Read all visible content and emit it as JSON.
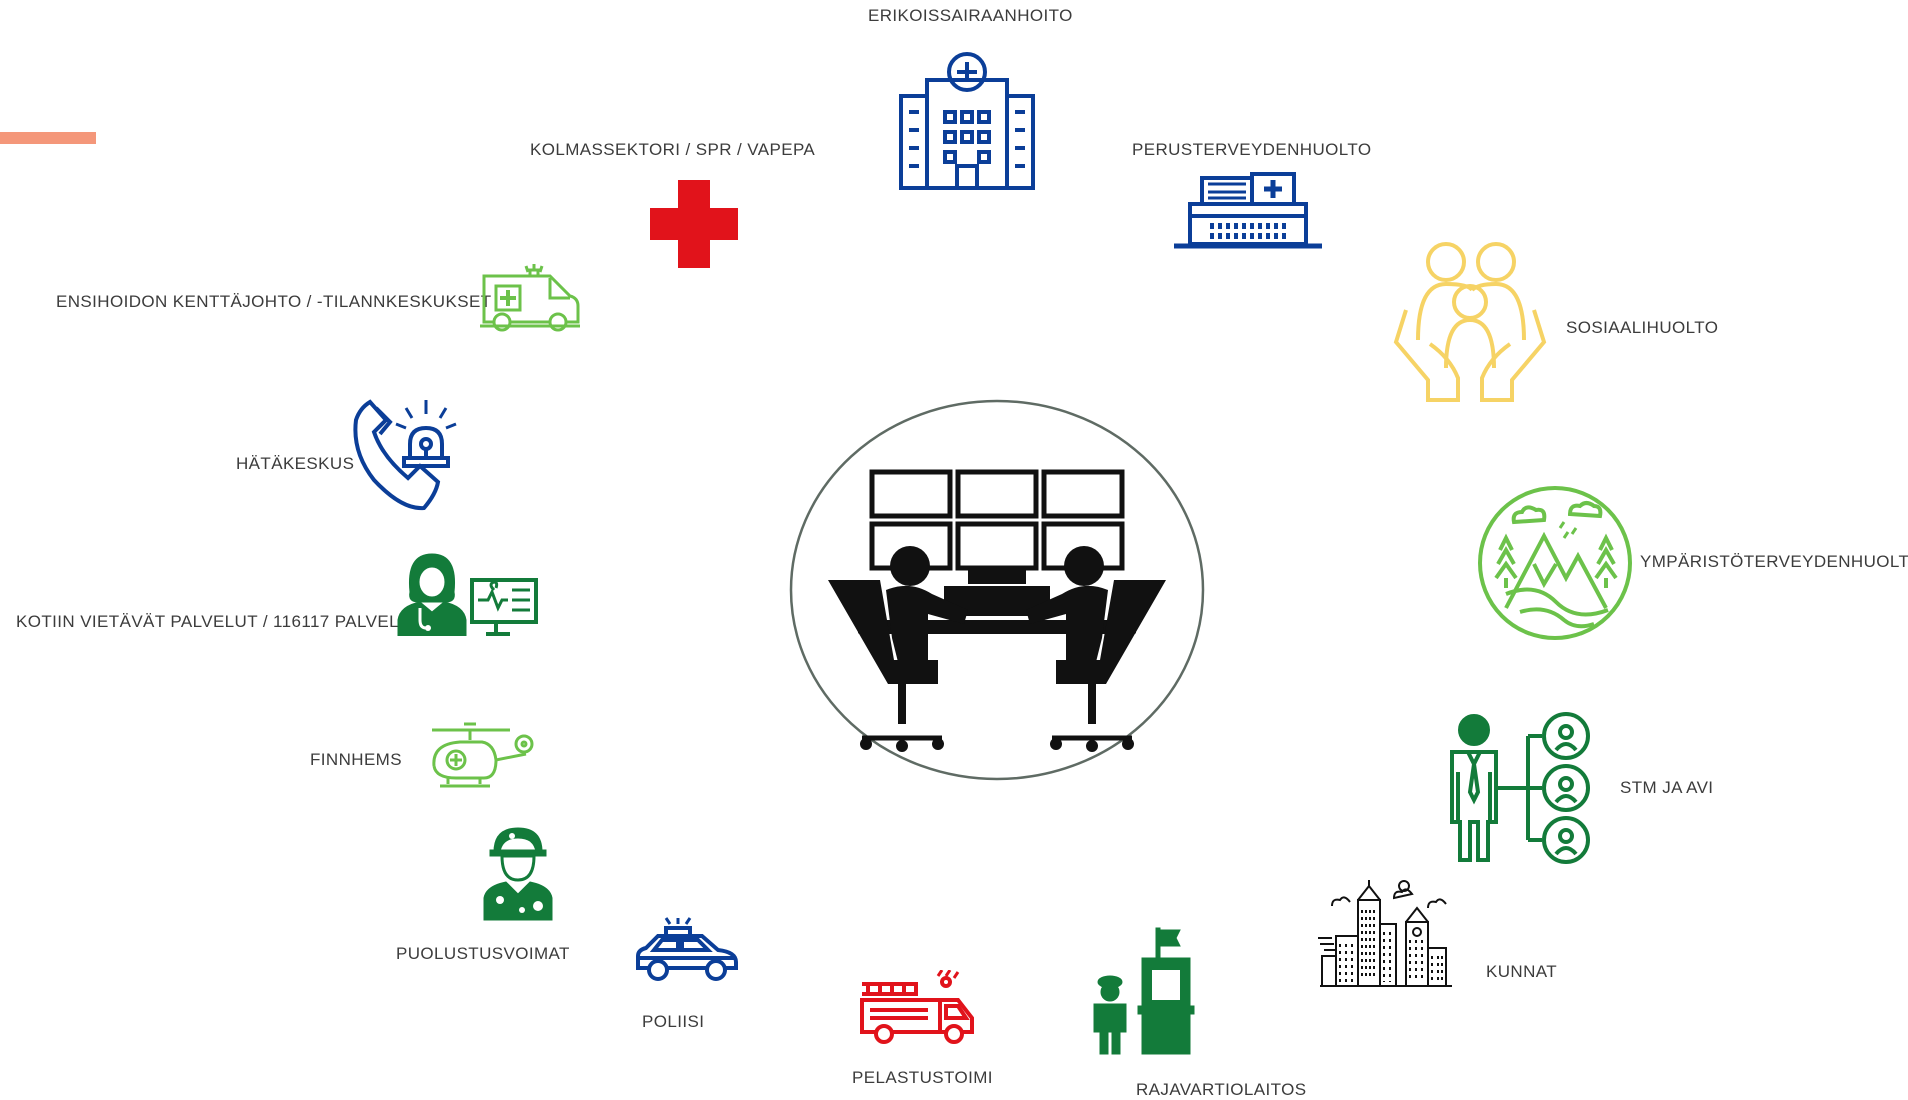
{
  "colors": {
    "accent": "#F4977A",
    "navy": "#0B3E98",
    "red": "#E1131B",
    "light_green": "#6CC24A",
    "dark_green": "#137B3A",
    "yellow": "#F6D365",
    "black": "#111111",
    "circle_outline": "#5F6B64"
  },
  "center": {
    "icon": "control-room-operators-icon"
  },
  "nodes": [
    {
      "id": "erikoissairaanhoito",
      "label": "ERIKOISSAIRAANHOITO",
      "icon": "hospital-icon",
      "color": "navy"
    },
    {
      "id": "perusterveydenhuolto",
      "label": "PERUSTERVEYDENHUOLTO",
      "icon": "health-center-icon",
      "color": "navy"
    },
    {
      "id": "sosiaalihuolto",
      "label": "SOSIAALIHUOLTO",
      "icon": "family-care-icon",
      "color": "yellow"
    },
    {
      "id": "ymparisto",
      "label": "YMPÄRISTÖTERVEYDENHUOLTO",
      "icon": "environment-icon",
      "color": "light_green"
    },
    {
      "id": "stm",
      "label": "STM JA AVI",
      "icon": "official-hierarchy-icon",
      "color": "dark_green"
    },
    {
      "id": "kunnat",
      "label": "KUNNAT",
      "icon": "city-icon",
      "color": "black"
    },
    {
      "id": "rajavartiolaitos",
      "label": "RAJAVARTIOLAITOS",
      "icon": "border-guard-icon",
      "color": "dark_green"
    },
    {
      "id": "pelastustoimi",
      "label": "PELASTUSTOIMI",
      "icon": "fire-truck-icon",
      "color": "red"
    },
    {
      "id": "poliisi",
      "label": "POLIISI",
      "icon": "police-car-icon",
      "color": "navy"
    },
    {
      "id": "puolustusvoimat",
      "label": "PUOLUSTUSVOIMAT",
      "icon": "soldier-icon",
      "color": "dark_green"
    },
    {
      "id": "finnhems",
      "label": "FINNHEMS",
      "icon": "helicopter-icon",
      "color": "light_green"
    },
    {
      "id": "kotiin",
      "label": "KOTIIN VIETÄVÄT PALVELUT / 116117 PALVELU",
      "icon": "telehealth-icon",
      "color": "dark_green"
    },
    {
      "id": "hatakeskus",
      "label": "HÄTÄKESKUS",
      "icon": "emergency-call-icon",
      "color": "navy"
    },
    {
      "id": "ensihoidon",
      "label": "ENSIHOIDON KENTTÄJOHTO / -TILANNKESKUKSET",
      "icon": "ambulance-icon",
      "color": "light_green"
    },
    {
      "id": "kolmassektori",
      "label": "KOLMASSEKTORI / SPR / VAPEPA",
      "icon": "red-cross-icon",
      "color": "red"
    }
  ]
}
